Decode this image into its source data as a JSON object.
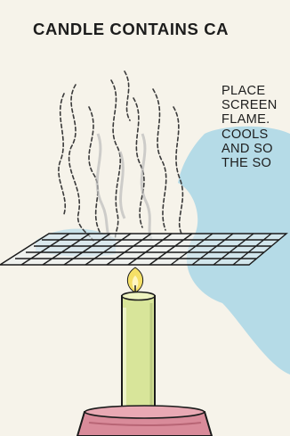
{
  "page": {
    "title": "CANDLE CONTAINS CA",
    "caption_lines": [
      "PLACE",
      "SCREEN",
      "FLAME.",
      "COOLS",
      "AND SO",
      "THE SO"
    ]
  },
  "colors": {
    "background": "#f6f3ea",
    "sky_wash": "#a9d6e6",
    "candle_body": "#d8e59a",
    "candle_holder": "#d98b9a",
    "flame": "#f5e067",
    "screen_lines": "#1b1b1b"
  },
  "illustration": {
    "subject": "candle burning under wire screen with smoke rising"
  }
}
